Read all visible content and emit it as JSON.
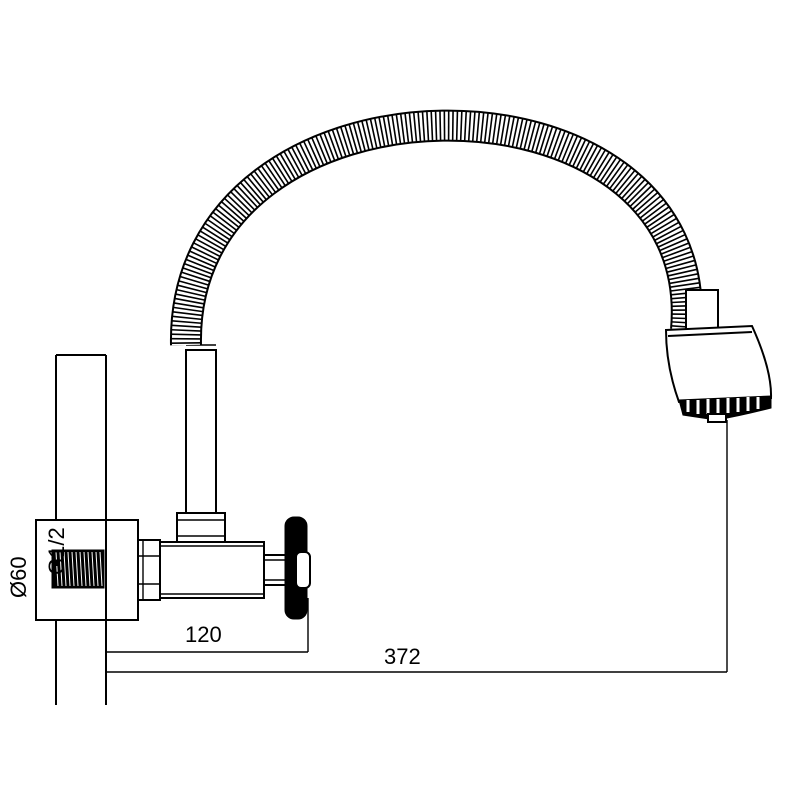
{
  "dimensions": {
    "diameter": "Ø60",
    "thread": "G1/2",
    "depth": "120",
    "reach": "372"
  },
  "colors": {
    "line": "#000000",
    "background": "#ffffff"
  }
}
